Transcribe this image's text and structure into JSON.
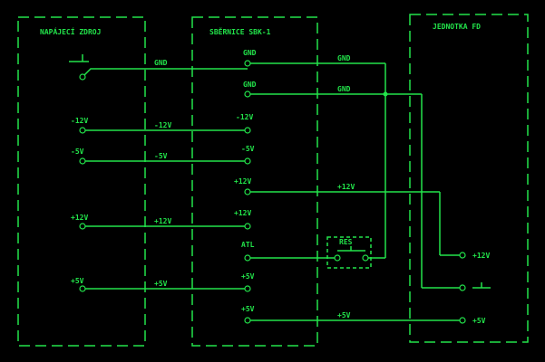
{
  "colors": {
    "background": "#000000",
    "foreground": "#22e34a"
  },
  "blocks": {
    "power_supply": "NAPÁJECÍ ZDROJ",
    "bus": "SBĚRNICE SBK-1",
    "unit": "JEDNOTKA FD"
  },
  "power_supply_terminals": [
    "",
    "-12V",
    "-5V",
    "+12V",
    "+5V"
  ],
  "wire_labels_left": [
    "GND",
    "-12V",
    "-5V",
    "+12V",
    "+5V"
  ],
  "bus_pins": [
    "GND",
    "GND",
    "-12V",
    "-5V",
    "+12V",
    "+12V",
    "ATL",
    "+5V",
    "+5V"
  ],
  "wire_labels_right": [
    "GND",
    "GND",
    "+12V",
    "+5V"
  ],
  "switch_label": "RES",
  "unit_terminals": [
    "+12V",
    "⊥",
    "+5V"
  ]
}
